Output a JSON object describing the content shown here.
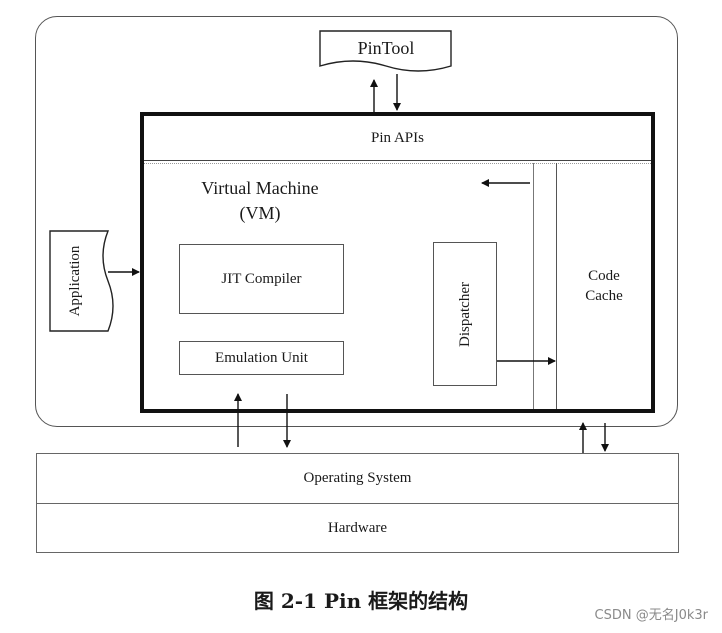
{
  "diagram": {
    "pintool": "PinTool",
    "application": "Application",
    "pin_apis": "Pin APIs",
    "vm_line1": "Virtual Machine",
    "vm_line2": "(VM)",
    "jit_compiler": "JIT Compiler",
    "emulation_unit": "Emulation Unit",
    "dispatcher": "Dispatcher",
    "code_cache_line1": "Code",
    "code_cache_line2": "Cache",
    "operating_system": "Operating System",
    "hardware": "Hardware"
  },
  "caption": "图 2-1 Pin 框架的结构",
  "watermark": "CSDN @无名J0k3r"
}
